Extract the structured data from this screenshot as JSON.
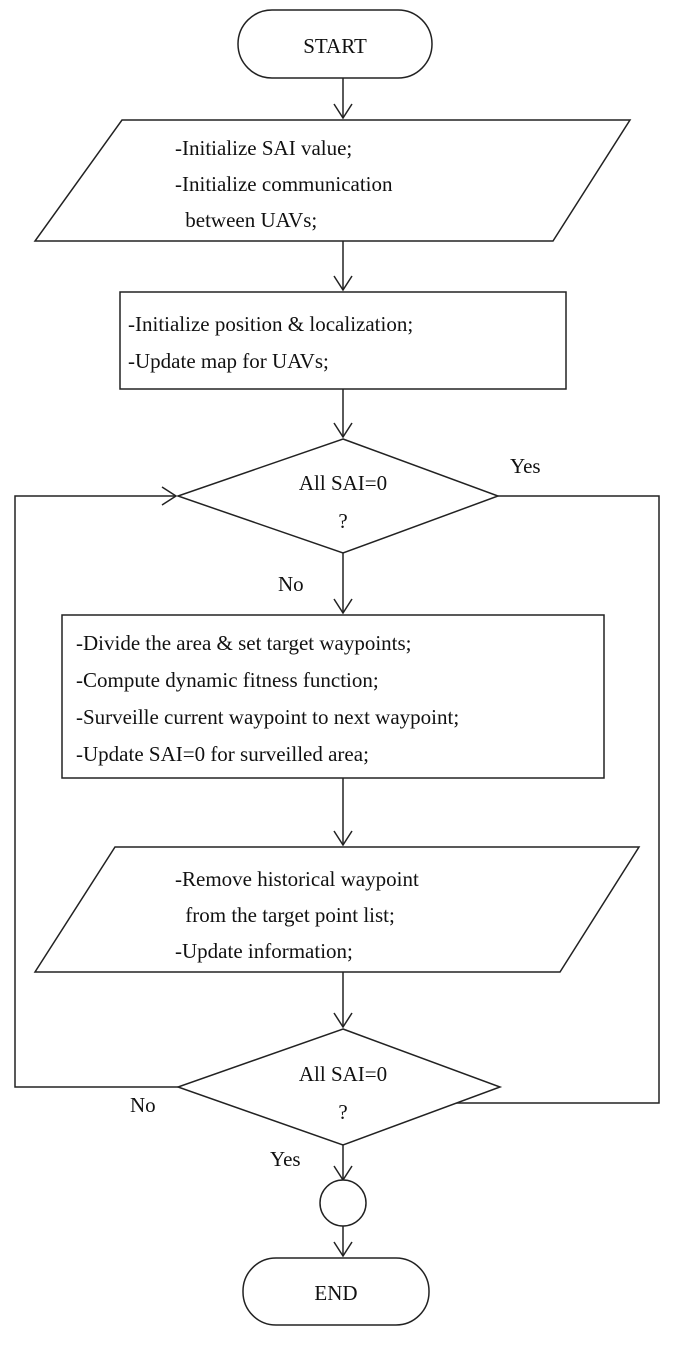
{
  "flowchart": {
    "start_label": "START",
    "end_label": "END",
    "init_comm_lines": [
      "-Initialize SAI value;",
      "-Initialize communication",
      " between UAVs;"
    ],
    "init_position_lines": [
      "-Initialize position & localization;",
      "-Update map for UAVs;"
    ],
    "decision_1_lines": [
      "All SAI=0",
      "?"
    ],
    "decision_1_yes": "Yes",
    "decision_1_no": "No",
    "surveil_lines": [
      "-Divide the area & set target waypoints;",
      "-Compute dynamic fitness function;",
      "-Surveille current waypoint to next waypoint;",
      "-Update SAI=0 for surveilled area;"
    ],
    "remove_lines": [
      "-Remove historical waypoint",
      " from the target point list;",
      "-Update information;"
    ],
    "decision_2_lines": [
      "All SAI=0",
      "?"
    ],
    "decision_2_no": "No",
    "decision_2_yes": "Yes"
  }
}
